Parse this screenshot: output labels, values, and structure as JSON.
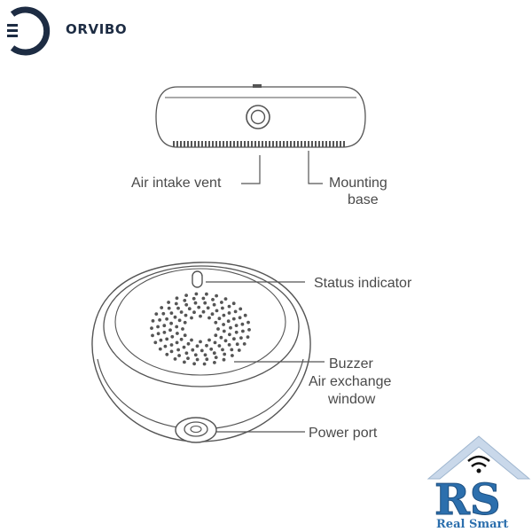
{
  "brand": {
    "name": "ORVIBO",
    "logo_icon": "orvibo-ring-logo-icon",
    "color": "#1d2c43"
  },
  "top_view": {
    "labels": {
      "air_intake_vent": "Air intake vent",
      "mounting_base_line1": "Mounting",
      "mounting_base_line2": "base"
    }
  },
  "front_view": {
    "labels": {
      "status_indicator": "Status indicator",
      "buzzer": "Buzzer",
      "air_exchange_line1": "Air exchange",
      "air_exchange_line2": "window",
      "power_port": "Power port"
    }
  },
  "watermark": {
    "logo_letters": "RS",
    "caption": "Real Smart",
    "icon": "house-wifi-icon",
    "colors": {
      "roof": "#c9d8ea",
      "letters": "#2c6fad",
      "wifi": "#111111"
    }
  },
  "line_color": "#555555"
}
